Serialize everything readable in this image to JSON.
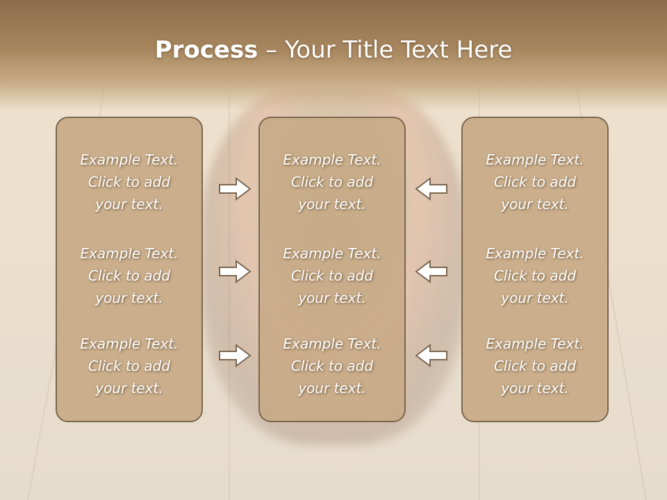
{
  "title": {
    "bold": "Process",
    "rest": " – Your Title Text Here"
  },
  "columns": [
    {
      "items": [
        {
          "line1": "Example Text.",
          "line2": "Click  to add",
          "line3": "your text."
        },
        {
          "line1": "Example Text.",
          "line2": "Click  to add",
          "line3": "your text."
        },
        {
          "line1": "Example Text.",
          "line2": "Click  to add",
          "line3": "your text."
        }
      ]
    },
    {
      "items": [
        {
          "line1": "Example Text.",
          "line2": "Click  to add",
          "line3": "your text."
        },
        {
          "line1": "Example Text.",
          "line2": "Click  to add",
          "line3": "your text."
        },
        {
          "line1": "Example Text.",
          "line2": "Click  to add",
          "line3": "your text."
        }
      ]
    },
    {
      "items": [
        {
          "line1": "Example Text.",
          "line2": "Click  to add",
          "line3": "your text."
        },
        {
          "line1": "Example Text.",
          "line2": "Click  to add",
          "line3": "your text."
        },
        {
          "line1": "Example Text.",
          "line2": "Click  to add",
          "line3": "your text."
        }
      ]
    }
  ],
  "arrows": {
    "left_group": "right-arrow-icon",
    "right_group": "left-arrow-icon"
  },
  "colors": {
    "panel": "#c8aa87",
    "panel_border": "#7b6650",
    "header": "#a8875f"
  }
}
